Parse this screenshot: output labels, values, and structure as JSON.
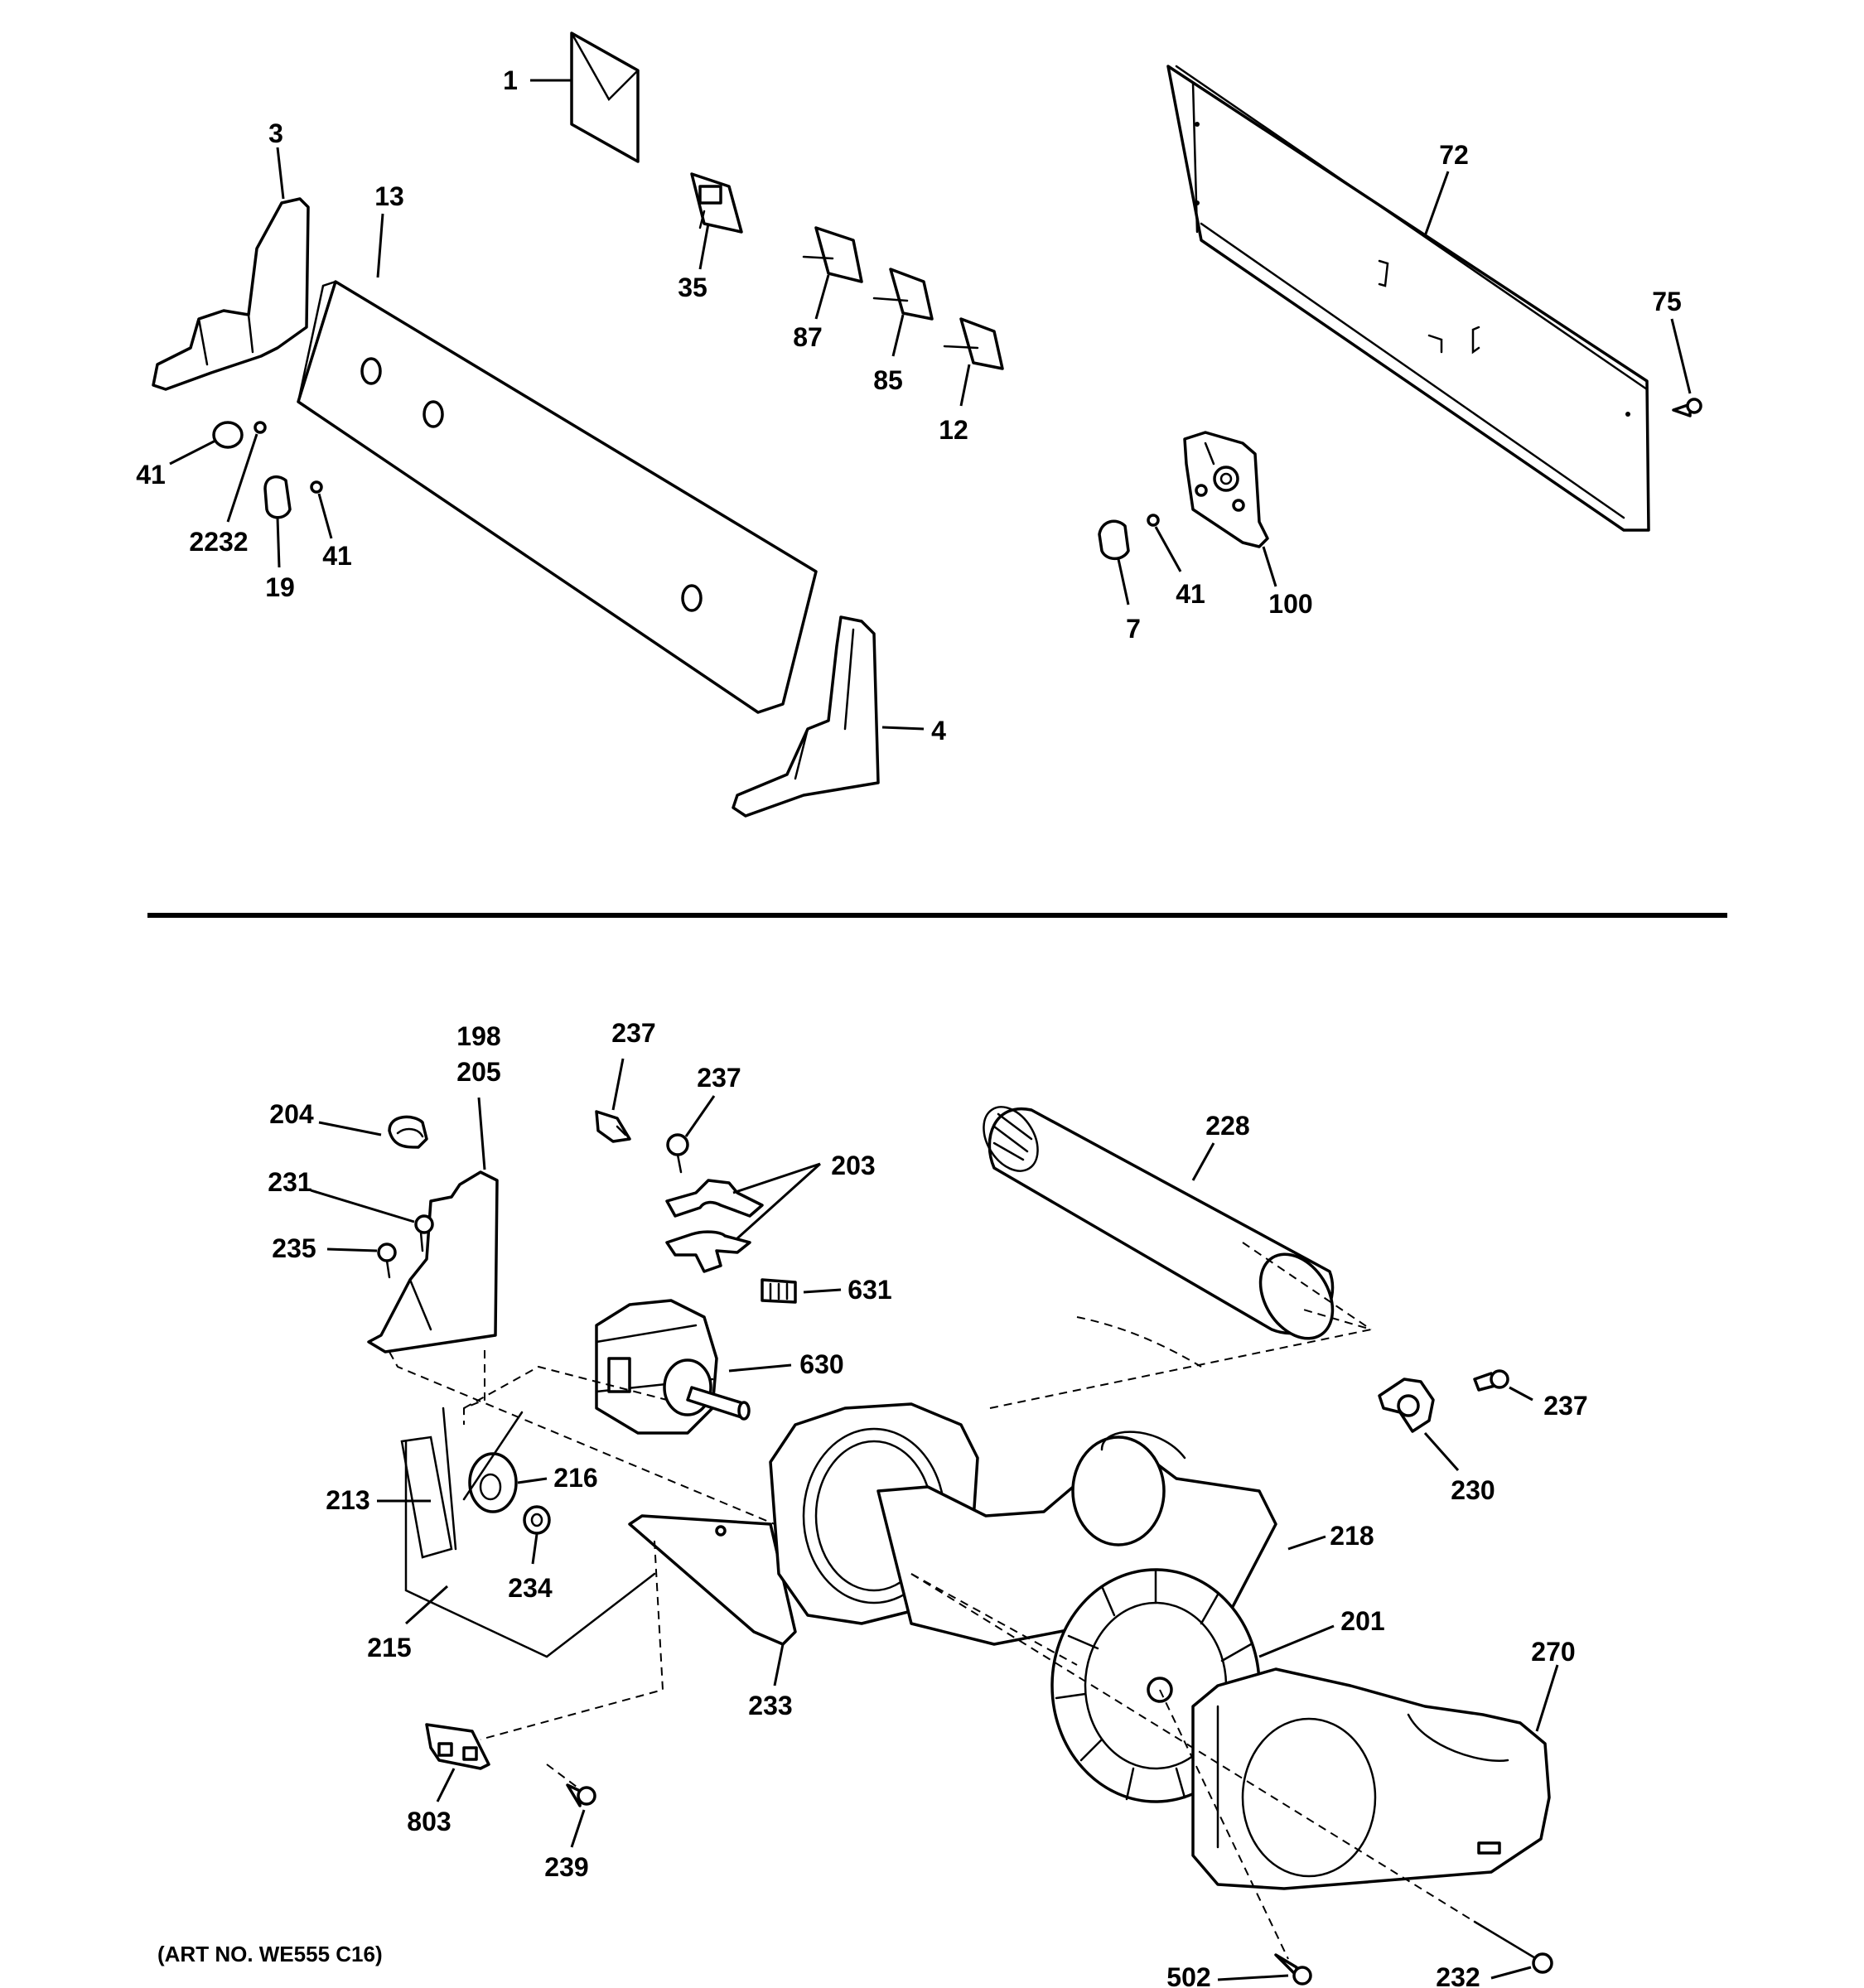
{
  "art_number": "(ART NO. WE555 C16)",
  "labels": {
    "p1": "1",
    "p3": "3",
    "p13": "13",
    "p35": "35",
    "p87": "87",
    "p85": "85",
    "p12": "12",
    "p72": "72",
    "p75": "75",
    "p41a": "41",
    "p2232": "2232",
    "p19": "19",
    "p41b": "41",
    "p4": "4",
    "p7": "7",
    "p41c": "41",
    "p100": "100",
    "p198": "198",
    "p205": "205",
    "p204": "204",
    "p231": "231",
    "p235": "235",
    "p237a": "237",
    "p237b": "237",
    "p203": "203",
    "p228": "228",
    "p631": "631",
    "p630": "630",
    "p237c": "237",
    "p230": "230",
    "p216": "216",
    "p213": "213",
    "p234": "234",
    "p218": "218",
    "p201": "201",
    "p215": "215",
    "p233": "233",
    "p270": "270",
    "p803": "803",
    "p239": "239",
    "p502": "502",
    "p232": "232"
  }
}
